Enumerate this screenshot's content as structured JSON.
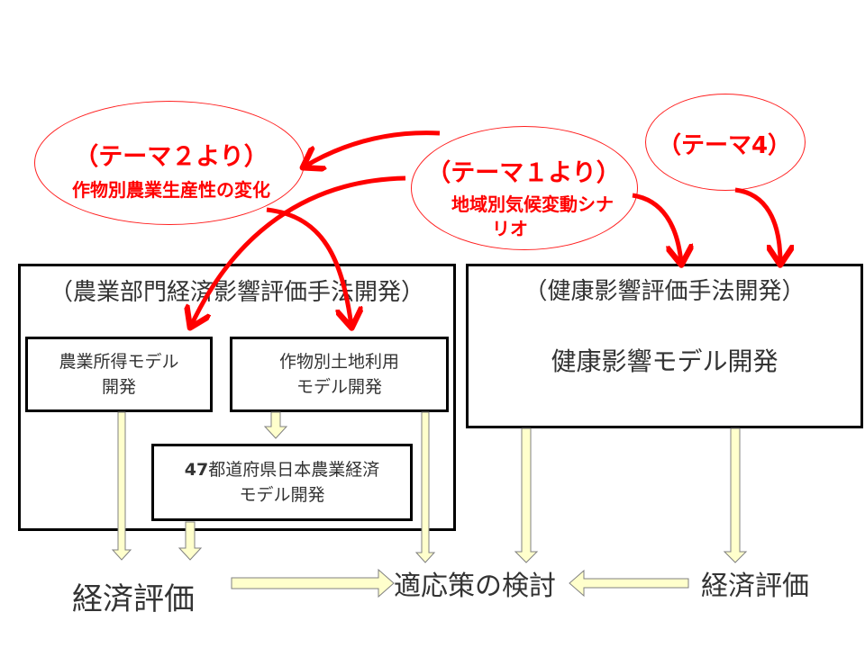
{
  "themes": {
    "theme2": {
      "title": "（テーマ２より）",
      "subtitle": "作物別農業生産性の変化"
    },
    "theme1": {
      "title": "（テーマ１より）",
      "subtitle_line1": "地域別気候変動シナ",
      "subtitle_line2": "リオ"
    },
    "theme4": {
      "title": "（テーマ4）"
    }
  },
  "agri_section": {
    "title": "（農業部門経済影響評価手法開発）",
    "box_income": {
      "line1": "農業所得モデル",
      "line2": "開発"
    },
    "box_landuse": {
      "line1": "作物別土地利用",
      "line2": "モデル開発"
    },
    "box_47pref": {
      "line1_prefix": "47",
      "line1_rest": "都道府県日本農業経済",
      "line2": "モデル開発"
    }
  },
  "health_section": {
    "title": "（健康影響評価手法開発）",
    "model": "健康影響モデル開発"
  },
  "bottom": {
    "econ_eval_left": "経済評価",
    "adaptation": "適応策の検討",
    "econ_eval_right": "経済評価"
  },
  "colors": {
    "red_accent": "#ff0000",
    "block_arrow_fill": "#ffffcc",
    "block_arrow_stroke": "#808080",
    "box_border": "#000000"
  }
}
